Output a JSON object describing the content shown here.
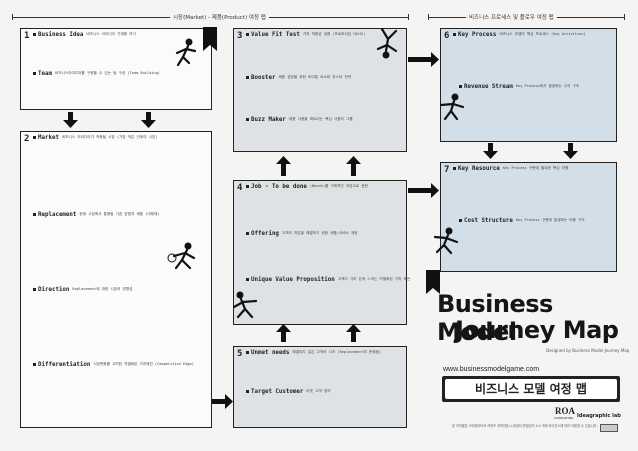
{
  "header": {
    "market_label": "시장(Market) - 제품(Product) 여정 맵",
    "business_label": "비즈니스 프로세스 및 플로우 여정 맵"
  },
  "panels": {
    "p1": {
      "num": "1",
      "items": [
        {
          "title": "Business Idea",
          "desc": "비즈니스 아이디어 기재해 보기"
        },
        {
          "title": "Team",
          "desc": "비즈니스아이디어를 구현할 수 있는 팀 구성 (Team Building)"
        }
      ]
    },
    "p2": {
      "num": "2",
      "items": [
        {
          "title": "Market",
          "desc": "비즈니스 아이디어가 적용될 시장 (가장 작은 단위의 시장)"
        },
        {
          "title": "Replacement",
          "desc": "현재 시장에서 통용될 기존 방법과 제품 (대체재)"
        },
        {
          "title": "Direction",
          "desc": "Replacement에 대한 시장의 방향성"
        },
        {
          "title": "Differentiation",
          "desc": "시장변화를 고려한 차별화된 가치제안 (Competitive Edge)"
        }
      ]
    },
    "p3": {
      "num": "3",
      "items": [
        {
          "title": "Value Fit Test",
          "desc": "가치 적합성 검증 (프로토타입 테스트)"
        },
        {
          "title": "Booster",
          "desc": "제품 성장을 위한 바이럴 요소와 부스터 전략"
        },
        {
          "title": "Buzz Maker",
          "desc": "제품 사용을 퍼트리는 핵심 사용자 그룹"
        }
      ]
    },
    "p4": {
      "num": "4",
      "items": [
        {
          "title": "Job - To be done",
          "desc": "(Needs)를 구체적인 과업으로 표현"
        },
        {
          "title": "Offering",
          "desc": "고객의 과업을 해결하기 위한 제품/서비스 제공"
        },
        {
          "title": "Unique Value Proposition",
          "desc": "고객이 가치 있게 느끼는 차별화된 가치 제안"
        }
      ]
    },
    "p5": {
      "num": "5",
      "items": [
        {
          "title": "Unmet needs",
          "desc": "해결되지 않은 고객의 니즈 (Replacement의 문제점)"
        },
        {
          "title": "Target Customer",
          "desc": "타겟 고객 정의"
        }
      ]
    },
    "p6": {
      "num": "6",
      "items": [
        {
          "title": "Key Process",
          "desc": "비즈니스 모델의 핵심 프로세스 (Key Activities)"
        },
        {
          "title": "Revenue Stream",
          "desc": "Key Process에서 발생하는 수익 구조"
        }
      ]
    },
    "p7": {
      "num": "7",
      "items": [
        {
          "title": "Key Resource",
          "desc": "Key Process 구현에 필요한 핵심 자원"
        },
        {
          "title": "Cost Structure",
          "desc": "Key Process 구현에 발생하는 비용 구조"
        }
      ]
    }
  },
  "title": {
    "line1": "Business Model",
    "line2": "Journey Map",
    "small_note": "Designed by Business Model Journey Map",
    "url": "www.businessmodelgame.com",
    "korean": "비즈니스 모델 여정 맵"
  },
  "footer": {
    "roa": "ROA",
    "roa_sub": "CONSULTING",
    "idea_logo": "Ideagraphic lab",
    "copyright": "본 저작물은 크리에이티브 커먼즈 저작자표시-비영리-변경금지 4.0 국제 라이선스에 따라 이용할 수 있습니다."
  }
}
